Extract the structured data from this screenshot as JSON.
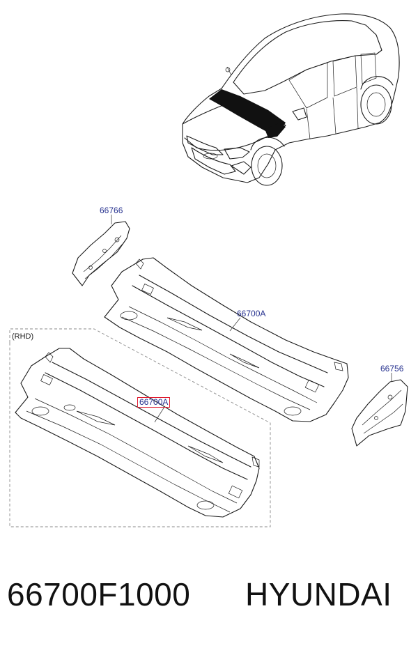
{
  "callouts": {
    "c66766": "66766",
    "c66700a_main": "66700A",
    "c66756": "66756",
    "c66700a_rhd": "66700A"
  },
  "rhd_label": "(RHD)",
  "footer": {
    "part_number": "66700F1000",
    "brand": "HYUNDAI"
  },
  "colors": {
    "callout_text": "#27328f",
    "highlight_box": "#e0182c",
    "line_art": "#1a1a1a"
  }
}
